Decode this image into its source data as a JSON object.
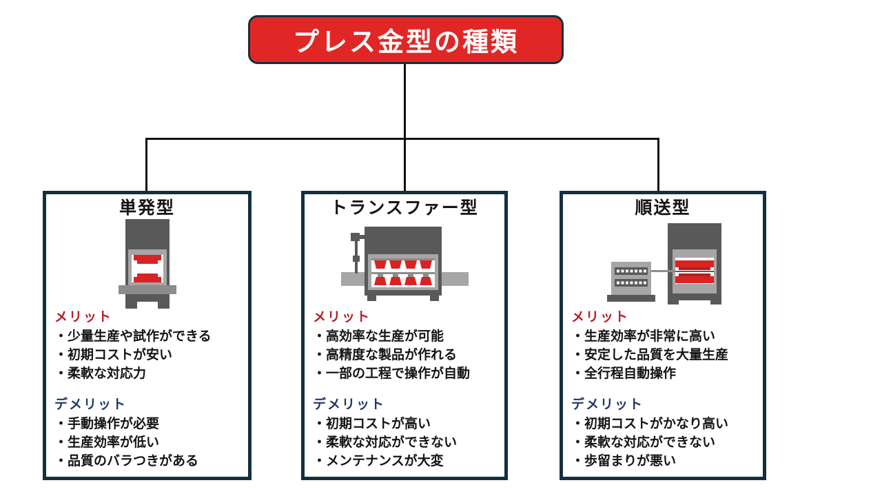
{
  "title": "プレス金型の種類",
  "labels": {
    "merit": "メリット",
    "demerit": "デメリット"
  },
  "colors": {
    "title-bg": "#e12726",
    "title-text": "#ffffff",
    "frame": "#13303f",
    "line": "#0d0d0d",
    "merit": "#b81d22",
    "demerit": "#1f3864",
    "text": "#141414",
    "machine-dark": "#595959",
    "machine-mid": "#8c8c8c",
    "machine-light": "#a6a6a6",
    "machine-red": "#d92323"
  },
  "cards": [
    {
      "title": "単発型",
      "icon": "single-shot-press",
      "merits": [
        "・少量生産や試作ができる",
        "・初期コストが安い",
        "・柔軟な対応力"
      ],
      "demerits": [
        "・手動操作が必要",
        "・生産効率が低い",
        "・品質のバラつきがある"
      ]
    },
    {
      "title": "トランスファー型",
      "icon": "transfer-press",
      "merits": [
        "・高効率な生産が可能",
        "・高精度な製品が作れる",
        "・一部の工程で操作が自動"
      ],
      "demerits": [
        "・初期コストが高い",
        "・柔軟な対応ができない",
        "・メンテナンスが大変"
      ]
    },
    {
      "title": "順送型",
      "icon": "progressive-press",
      "merits": [
        "・生産効率が非常に高い",
        "・安定した品質を大量生産",
        "・全行程自動操作"
      ],
      "demerits": [
        "・初期コストがかなり高い",
        "・柔軟な対応ができない",
        "・歩留まりが悪い"
      ]
    }
  ]
}
